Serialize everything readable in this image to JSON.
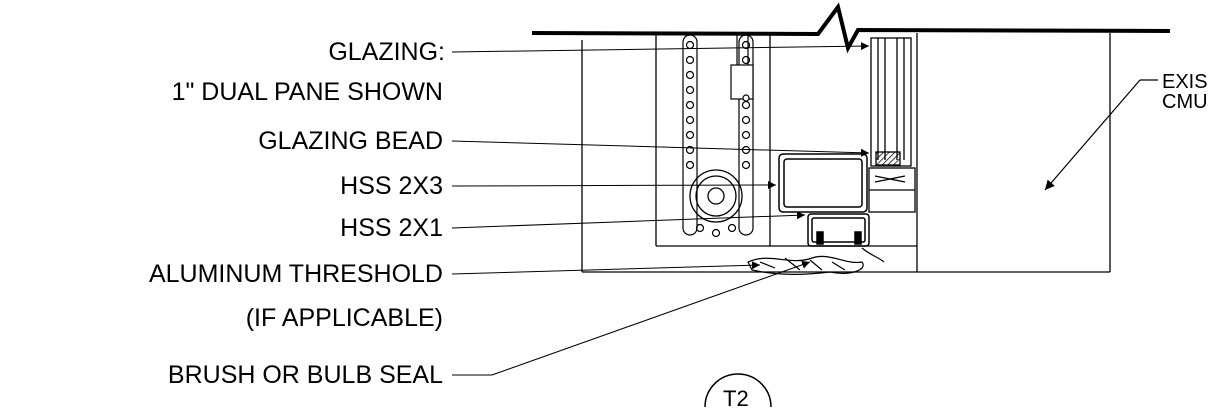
{
  "callouts": [
    {
      "id": "glazing",
      "lines": [
        "GLAZING:",
        "1\" DUAL PANE SHOWN"
      ]
    },
    {
      "id": "glazing-bead",
      "lines": [
        "GLAZING BEAD"
      ]
    },
    {
      "id": "hss-2x3",
      "lines": [
        "HSS 2X3"
      ]
    },
    {
      "id": "hss-2x1",
      "lines": [
        "HSS 2X1"
      ]
    },
    {
      "id": "aluminum-threshold",
      "lines": [
        "ALUMINUM THRESHOLD",
        "(IF APPLICABLE)"
      ]
    },
    {
      "id": "brush-seal",
      "lines": [
        "BRUSH OR BULB SEAL"
      ]
    }
  ],
  "right_note": {
    "lines": [
      "EXIS",
      "CMU"
    ]
  },
  "detail_tag": "T2"
}
